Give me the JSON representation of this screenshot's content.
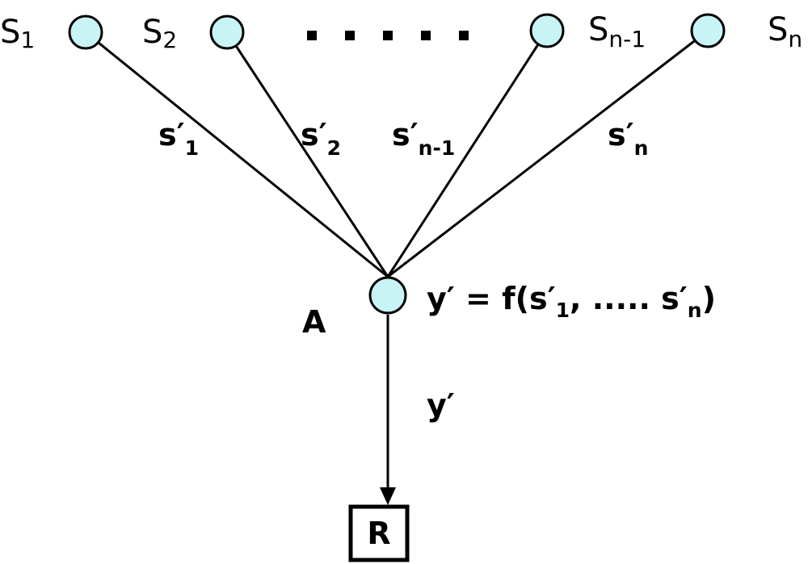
{
  "sources": [
    {
      "main": "S",
      "sub": "1"
    },
    {
      "main": "S",
      "sub": "2"
    },
    {
      "main": "S",
      "sub": "n-1"
    },
    {
      "main": "S",
      "sub": "n"
    }
  ],
  "ellipsis": ". . . . .",
  "edges": [
    {
      "main": "s′",
      "sub": "1"
    },
    {
      "main": "s′",
      "sub": "2"
    },
    {
      "main": "s′",
      "sub": "n-1"
    },
    {
      "main": "s′",
      "sub": "n"
    }
  ],
  "aggregator": {
    "label": "A",
    "formula_lead": "y′ = f(s′",
    "formula_sub1": "1",
    "formula_mid": ", ..... s′",
    "formula_sub2": "n",
    "formula_tail": ")"
  },
  "output_edge": "y′",
  "receiver": "R",
  "colors": {
    "node_fill": "#c8f4f6",
    "stroke": "#000000"
  }
}
